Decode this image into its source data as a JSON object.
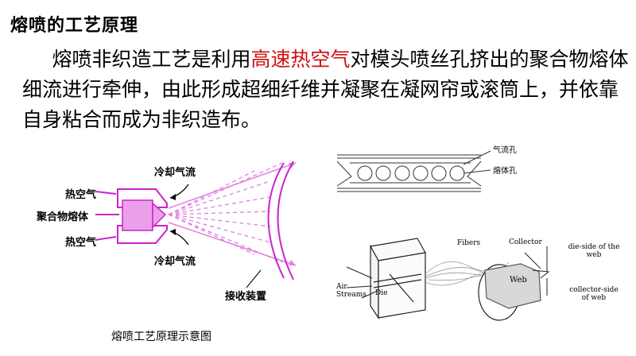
{
  "title": "熔喷的工艺原理",
  "paragraph": {
    "part1": "熔喷非织造工艺是利用",
    "highlight": "高速热空气",
    "part2": "对模头喷丝孔挤出的聚合物熔体细流进行牵伸，由此形成超细纤维并凝聚在凝网帘或滚筒上，并依靠自身粘合而成为非织造布。",
    "highlight_color": "#d01010"
  },
  "left_diagram": {
    "labels": {
      "hot_air_top": "热空气",
      "polymer_melt": "聚合物熔体",
      "hot_air_bottom": "热空气",
      "cooling_air_top": "冷却气流",
      "cooling_air_bottom": "冷却气流",
      "receiver": "接收装置"
    },
    "caption": "熔喷工艺原理示意图",
    "accent_color": "#cc22cc"
  },
  "right_top_diagram": {
    "labels": {
      "air_hole": "气流孔",
      "melt_hole": "熔体孔"
    }
  },
  "right_bottom_diagram": {
    "labels": {
      "fibers": "Fibers",
      "collector": "Collector",
      "web": "Web",
      "die_side": "die-side of the web",
      "collector_side": "collector-side of web",
      "air_streams": "Air Streams",
      "die": "Die"
    }
  }
}
